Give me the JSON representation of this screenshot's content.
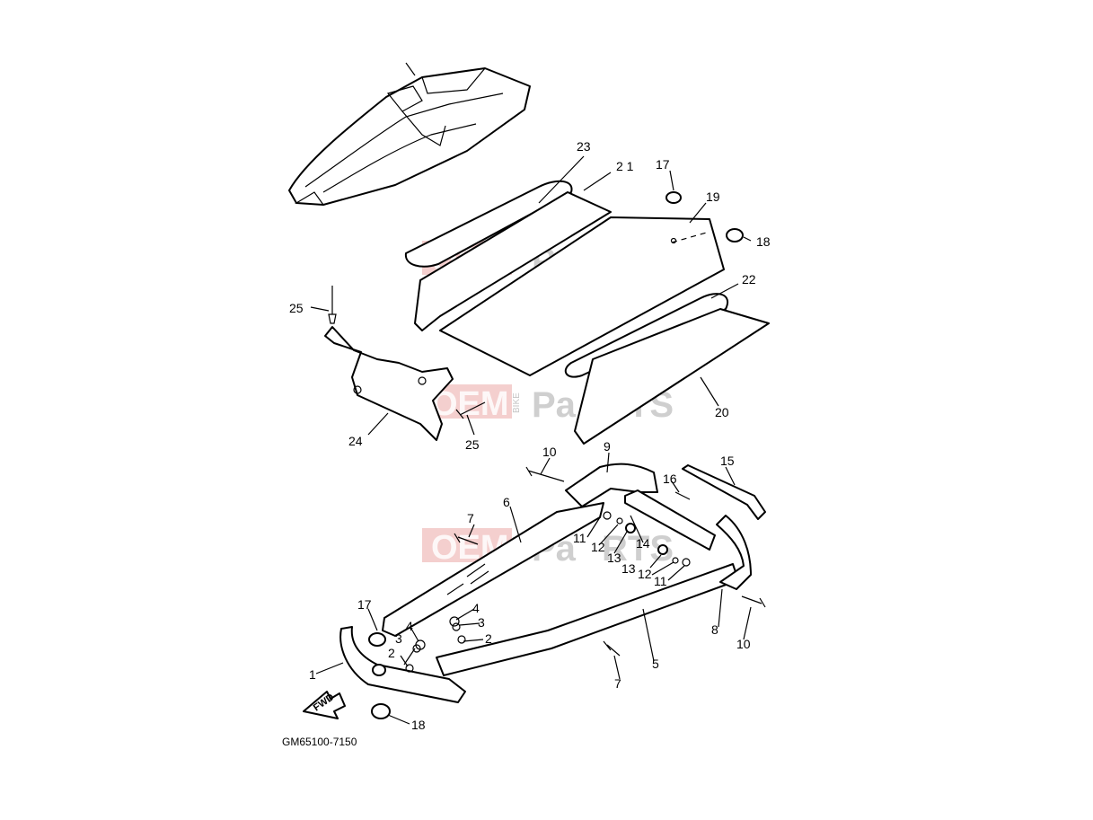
{
  "diagram": {
    "drawing_code": "GM65100-7150",
    "fwd_label": "FWD",
    "watermark": {
      "brand_red": "OEM",
      "brand_small": "BIKE",
      "brand_gray_a": "Pa",
      "brand_gray_b": "RTS"
    },
    "callouts": {
      "c1": "1",
      "c2a": "2",
      "c2b": "2",
      "c3a": "3",
      "c3b": "3",
      "c4a": "4",
      "c4b": "4",
      "c5": "5",
      "c6": "6",
      "c7a": "7",
      "c7b": "7",
      "c8": "8",
      "c9": "9",
      "c10a": "10",
      "c10b": "10",
      "c11a": "11",
      "c11b": "11",
      "c12a": "12",
      "c12b": "12",
      "c13a": "13",
      "c13b": "13",
      "c14": "14",
      "c15": "15",
      "c16": "16",
      "c17a": "17",
      "c17b": "17",
      "c18a": "18",
      "c18b": "18",
      "c19": "19",
      "c20": "20",
      "c21": "2 1",
      "c22": "22",
      "c23": "23",
      "c24": "24",
      "c25a": "25",
      "c25b": "25"
    }
  }
}
